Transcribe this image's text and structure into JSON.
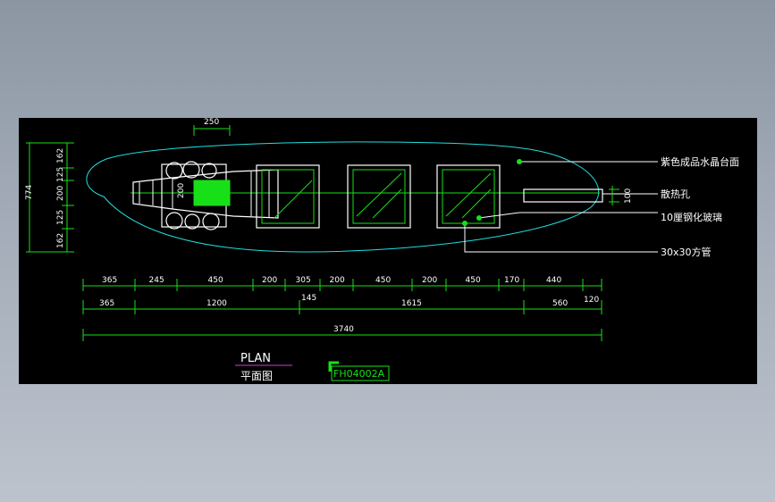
{
  "drawing": {
    "top_dims": [
      "365",
      "245",
      "450",
      "200",
      "305",
      "200",
      "450",
      "200",
      "450",
      "170",
      "440",
      "120"
    ],
    "mid_dims": [
      "365",
      "1200",
      "145",
      "1615",
      "560"
    ],
    "total": "3740",
    "left_dims": [
      "162",
      "125",
      "200",
      "125",
      "162"
    ],
    "overall_height": "774",
    "top_small": "250",
    "pipe_dim": "200",
    "slot_dim": "100",
    "labels": {
      "top_surface": "紫色成品水晶台面",
      "vent": "散热孔",
      "glass": "10厘钢化玻璃",
      "tube": "30x30方管"
    },
    "title_en": "PLAN",
    "title_cn": "平面图",
    "code": "FH04002A"
  }
}
